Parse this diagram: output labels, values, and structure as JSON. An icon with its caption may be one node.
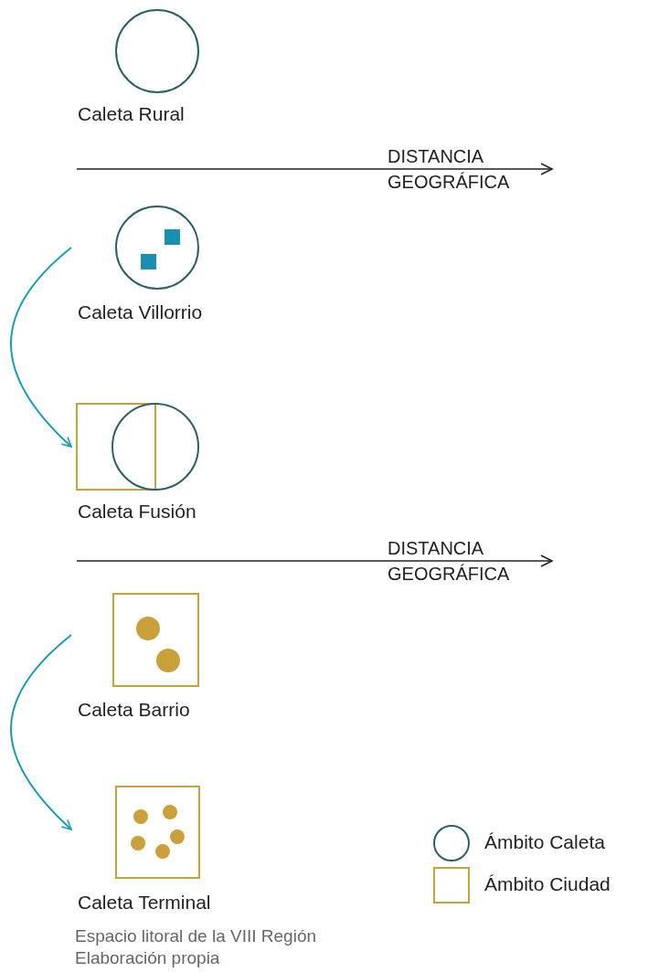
{
  "diagram": {
    "caption": "Espacio litoral de la VIII Región",
    "nodes": [
      {
        "text": [
          "Caleta Rural"
        ]
      },
      {
        "text": [
          "Caleta Villorrio"
        ]
      },
      {
        "text": [
          "Caleta Fusión"
        ]
      },
      {
        "text": [
          "Caleta Barrio"
        ]
      },
      {
        "text": [
          "Caleta Terminal"
        ]
      }
    ],
    "edges": [
      {
        "from": 1,
        "to": 2,
        "arrow": "to"
      },
      {
        "from": 3,
        "to": 4,
        "arrow": "to"
      }
    ],
    "labels": [
      "DISTANCIA GEOGRÁFICA",
      "DISTANCIA GEOGRÁFICA",
      "Elaboración propia"
    ],
    "legend": [
      {
        "text": "Ámbito Caleta"
      },
      {
        "text": "Ámbito Ciudad"
      }
    ]
  }
}
